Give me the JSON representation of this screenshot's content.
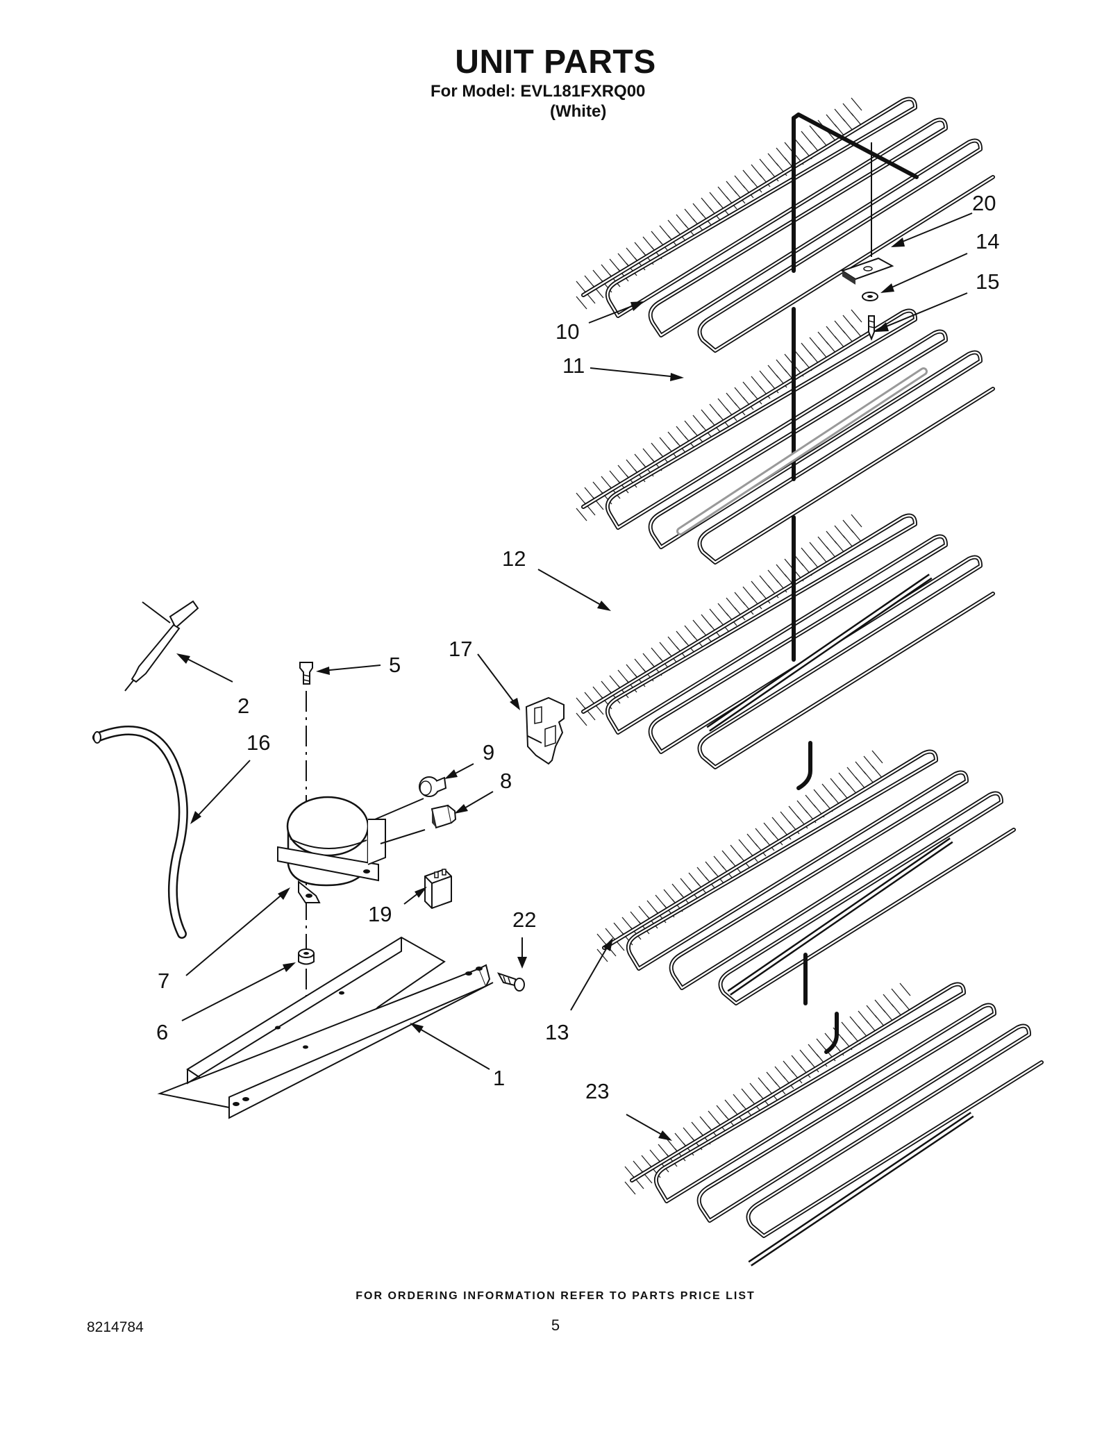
{
  "header": {
    "title": "UNIT PARTS",
    "model_line": "For Model: EVL181FXRQ00",
    "color_line": "(White)"
  },
  "callouts": [
    "20",
    "14",
    "15",
    "10",
    "11",
    "12",
    "17",
    "5",
    "2",
    "16",
    "9",
    "8",
    "19",
    "22",
    "7",
    "6",
    "1",
    "13",
    "23"
  ],
  "footer": {
    "note": "FOR ORDERING INFORMATION REFER TO PARTS PRICE LIST",
    "doc_number": "8214784",
    "page_number": "5"
  }
}
